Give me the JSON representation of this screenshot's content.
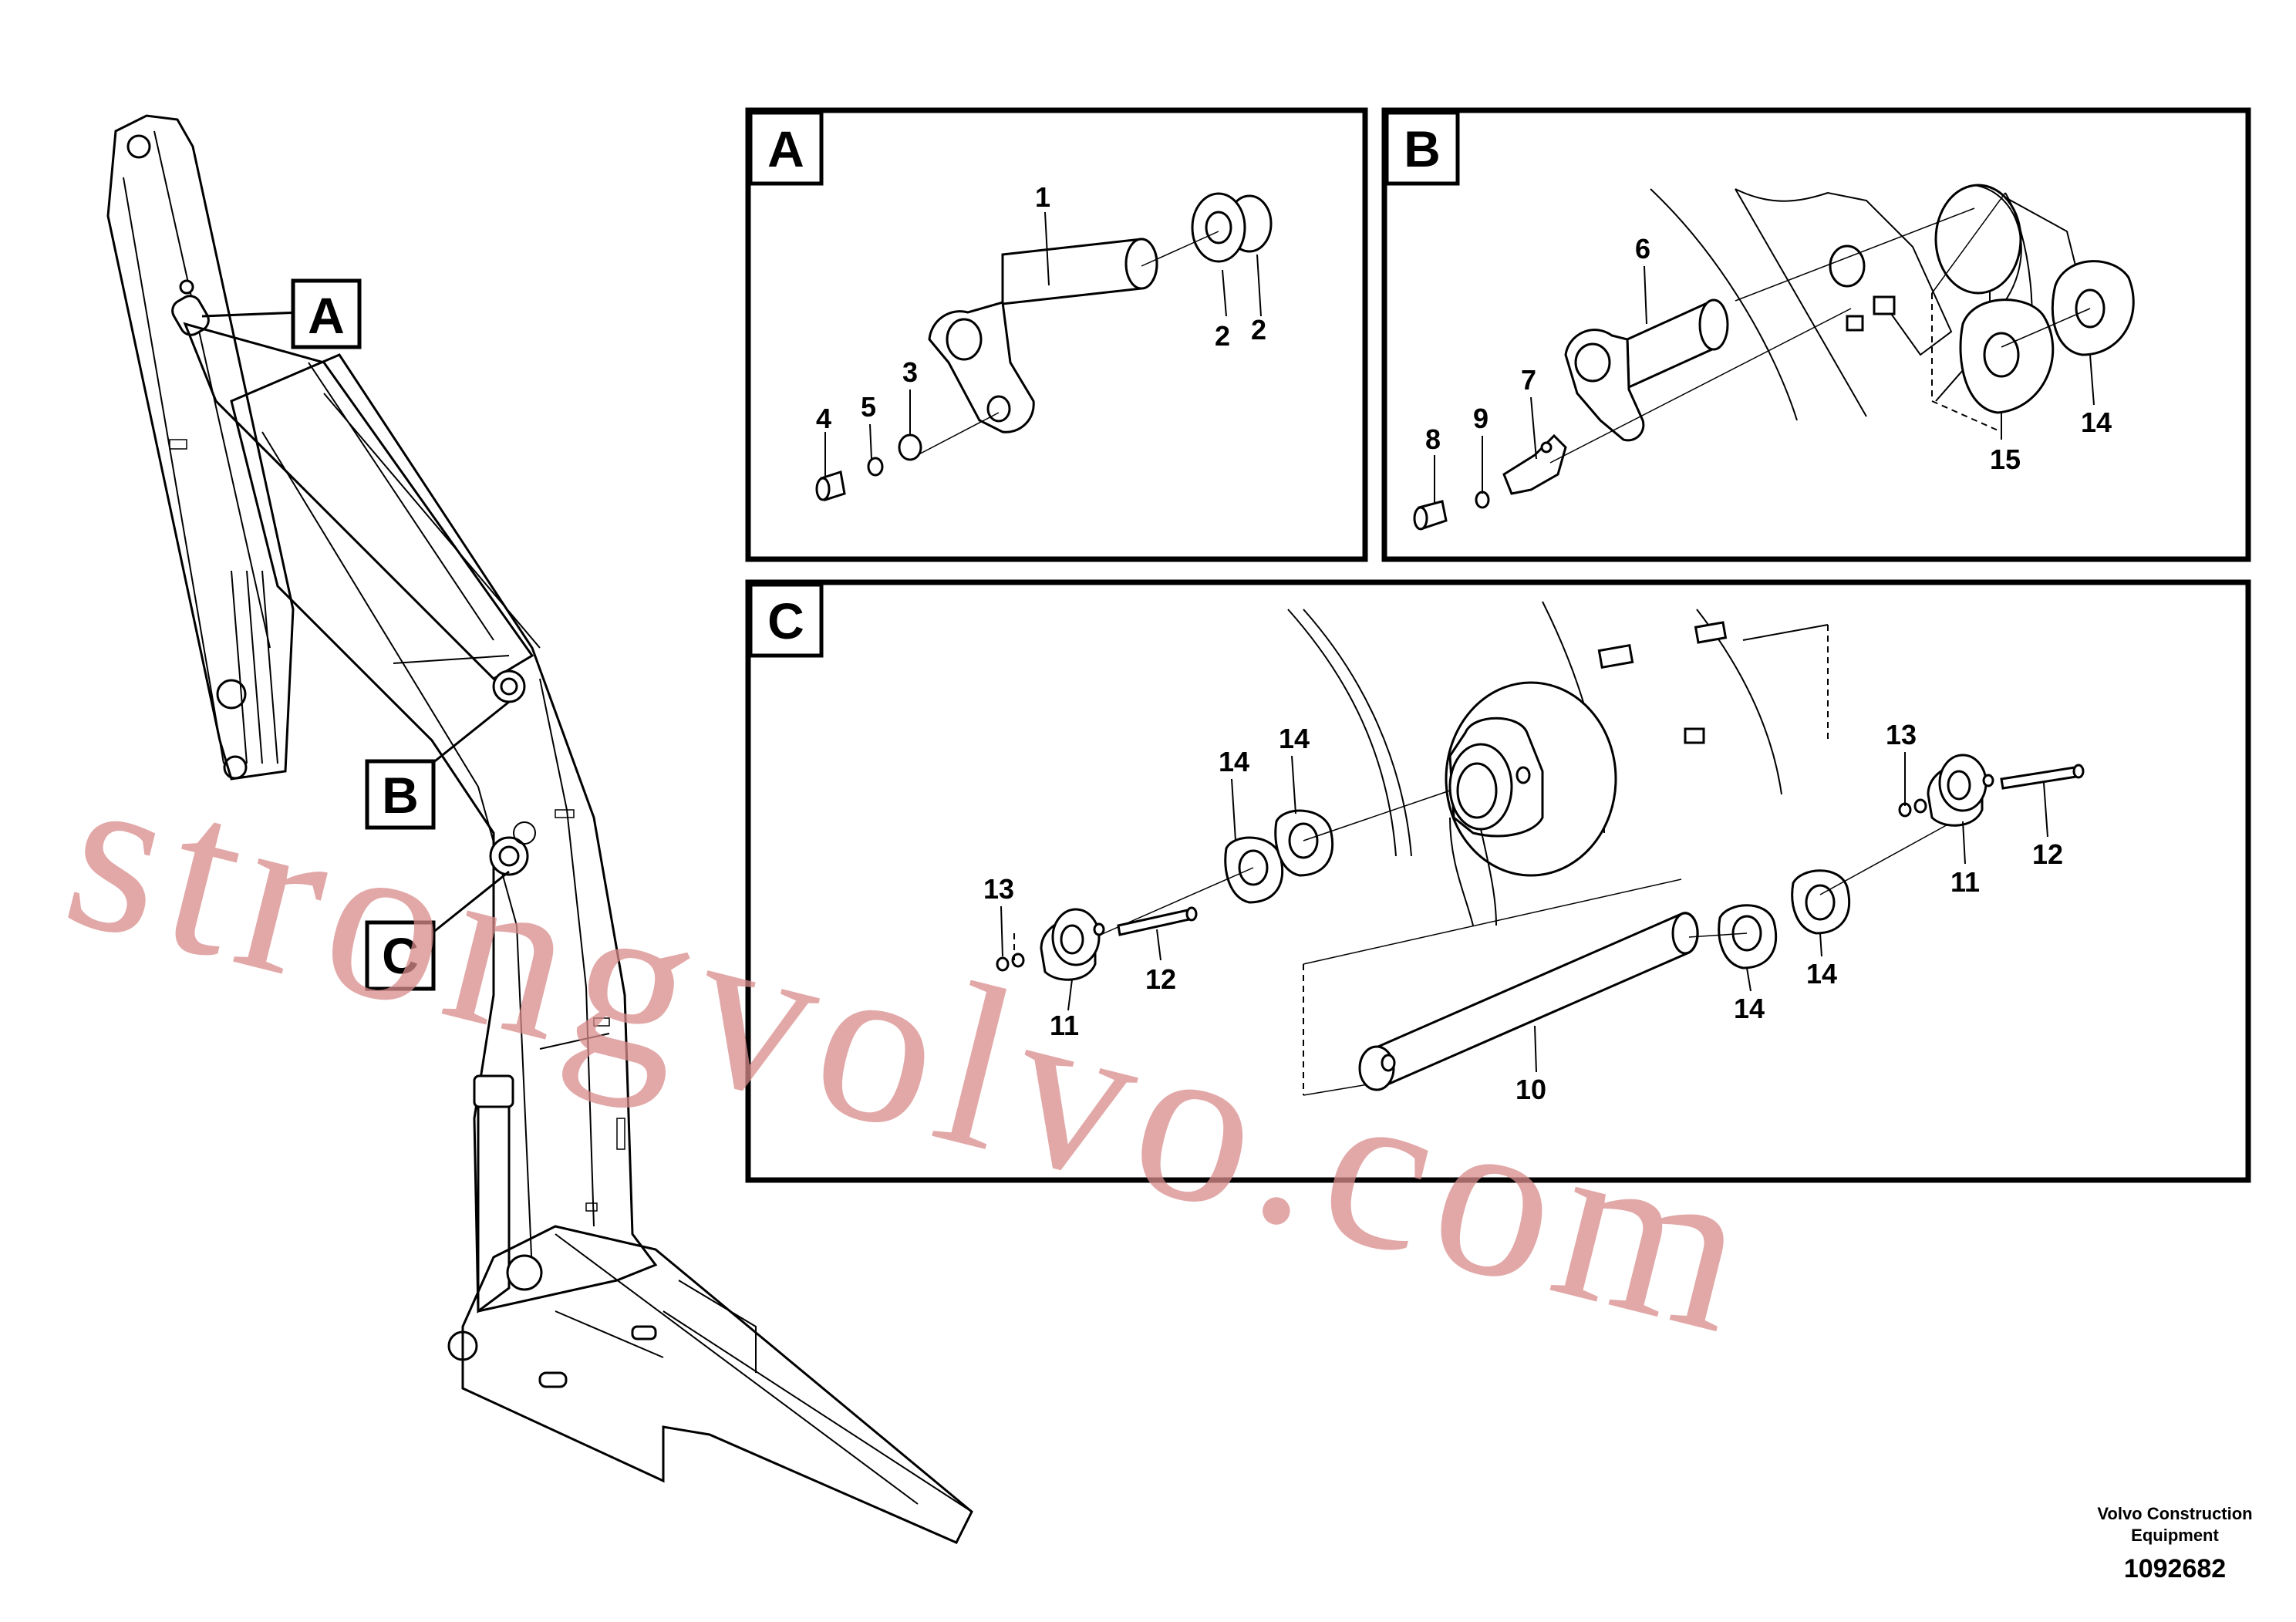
{
  "panels": [
    {
      "id": "A",
      "letter": "A"
    },
    {
      "id": "B",
      "letter": "B"
    },
    {
      "id": "C",
      "letter": "C"
    }
  ],
  "callouts": {
    "a": "A",
    "b": "B",
    "c": "C"
  },
  "labels": {
    "a_1": "1",
    "a_2a": "2",
    "a_2b": "2",
    "a_3": "3",
    "a_4": "4",
    "a_5": "5",
    "b_6": "6",
    "b_7": "7",
    "b_8": "8",
    "b_9": "9",
    "b_14": "14",
    "b_15": "15",
    "c_10": "10",
    "c_11a": "11",
    "c_11b": "11",
    "c_12a": "12",
    "c_12b": "12",
    "c_13a": "13",
    "c_13b": "13",
    "c_14a": "14",
    "c_14b": "14",
    "c_14c": "14",
    "c_14d": "14"
  },
  "watermark": "strongvolvo.com",
  "credit": {
    "line1": "Volvo Construction",
    "line2": "Equipment",
    "number": "1092682"
  },
  "colors": {
    "watermark": "#d98b8b",
    "ink": "#000000"
  }
}
